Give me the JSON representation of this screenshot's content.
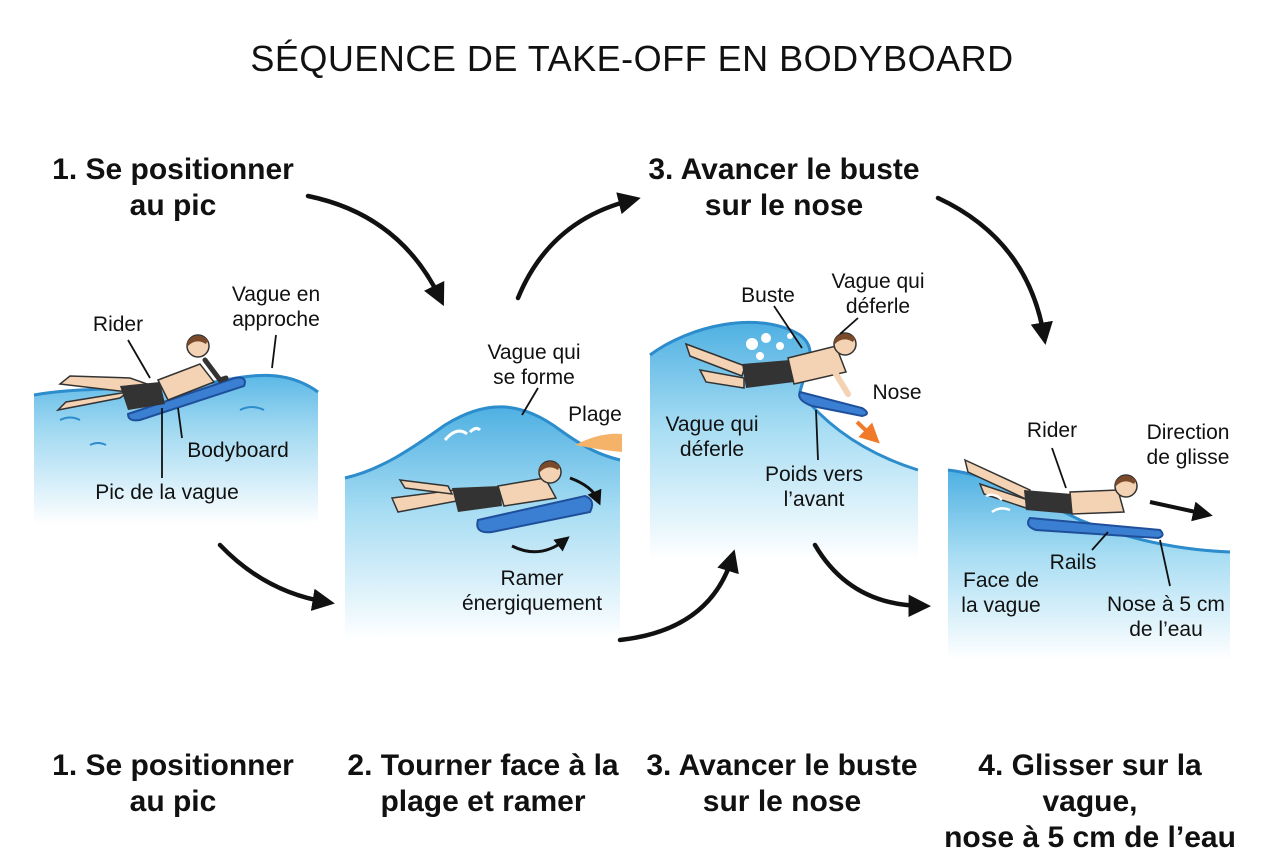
{
  "title": "SÉQUENCE DE TAKE-OFF EN BODYBOARD",
  "headings": [
    {
      "lines": [
        "1. Se positionner",
        "au pic"
      ]
    },
    {
      "lines": [
        "3. Avancer le buste",
        "sur le nose"
      ]
    }
  ],
  "panels": [
    {
      "labels": {
        "rider": "Rider",
        "incoming_wave": [
          "Vague en",
          "approche"
        ],
        "bodyboard": "Bodyboard",
        "wave_peak": "Pic de la vague"
      }
    },
    {
      "labels": {
        "forming_wave": [
          "Vague qui",
          "se forme"
        ],
        "beach": "Plage",
        "paddle": [
          "Ramer",
          "énergiquement"
        ]
      }
    },
    {
      "labels": {
        "torso": "Buste",
        "breaking_wave_top": [
          "Vague qui",
          "déferle"
        ],
        "nose": "Nose",
        "breaking_wave_left": [
          "Vague qui",
          "déferle"
        ],
        "weight_forward": [
          "Poids vers",
          "l’avant"
        ]
      }
    },
    {
      "labels": {
        "rider": "Rider",
        "glide_direction": [
          "Direction",
          "de glisse"
        ],
        "rails": "Rails",
        "wave_face": [
          "Face de",
          "la vague"
        ],
        "nose_height": [
          "Nose à 5 cm",
          "de l’eau"
        ]
      }
    }
  ],
  "captions": [
    {
      "lines": [
        "1. Se positionner",
        "au pic"
      ]
    },
    {
      "lines": [
        "2. Tourner face à la",
        "plage et ramer"
      ]
    },
    {
      "lines": [
        "3. Avancer le buste",
        "sur le nose"
      ]
    },
    {
      "lines": [
        "4. Glisser sur la vague,",
        "nose à 5 cm de l’eau"
      ]
    }
  ],
  "colors": {
    "water_light": "#dff2fb",
    "water_mid": "#a8ddf3",
    "water_deep": "#5cb8e6",
    "board": "#3a7fd1",
    "board_dark": "#1f4f9a",
    "skin": "#f3d3b3",
    "shorts": "#333333",
    "sand": "#f5b36a",
    "accent_arrow": "#f07a2a",
    "ink": "#111111"
  }
}
